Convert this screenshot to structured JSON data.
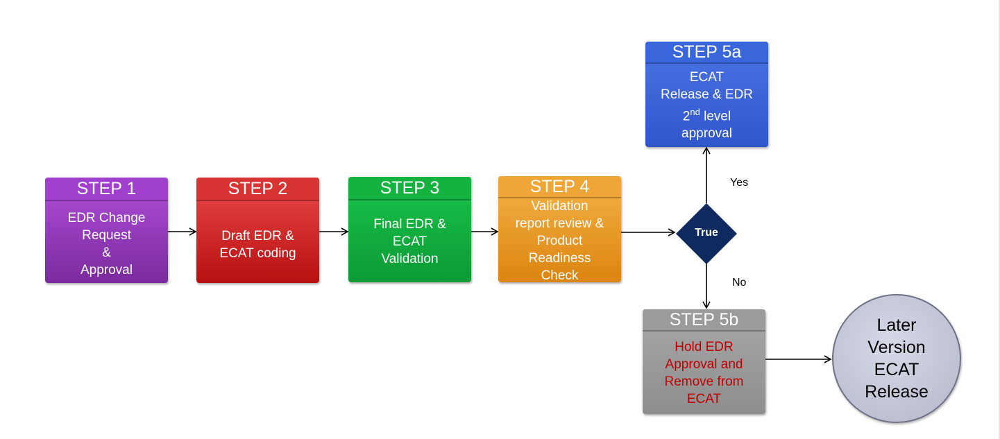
{
  "diagram": {
    "steps": {
      "step1": {
        "title": "STEP 1",
        "lines": [
          "EDR Change",
          "Request",
          "&",
          "Approval"
        ]
      },
      "step2": {
        "title": "STEP 2",
        "lines": [
          "Draft EDR &",
          "ECAT coding"
        ]
      },
      "step3": {
        "title": "STEP 3",
        "lines": [
          "Final EDR &",
          "ECAT",
          "Validation"
        ]
      },
      "step4": {
        "title": "STEP 4",
        "lines": [
          "Validation",
          "report review &",
          "Product",
          "Readiness",
          "Check"
        ]
      },
      "step5a": {
        "title": "STEP 5a",
        "lines": [
          "ECAT",
          "Release & EDR"
        ],
        "superscript_base": "2",
        "superscript": "nd",
        "superscript_after": " level",
        "last_line": "approval"
      },
      "step5b": {
        "title": "STEP 5b",
        "lines": [
          "Hold EDR",
          "Approval and",
          "Remove from",
          "ECAT"
        ]
      }
    },
    "decision": {
      "label": "True",
      "yes_label": "Yes",
      "no_label": "No"
    },
    "end_node": {
      "lines": [
        "Later",
        "Version",
        "ECAT",
        "Release"
      ]
    },
    "colors": {
      "step1": "#a13fce",
      "step2": "#d93434",
      "step3": "#14b23f",
      "step4": "#f0a636",
      "step5a": "#3a66db",
      "step5b": "#9b9b9b",
      "decision": "#0e2a5e",
      "end_node": "#c4c7d6",
      "step5b_text": "#c00000"
    }
  }
}
